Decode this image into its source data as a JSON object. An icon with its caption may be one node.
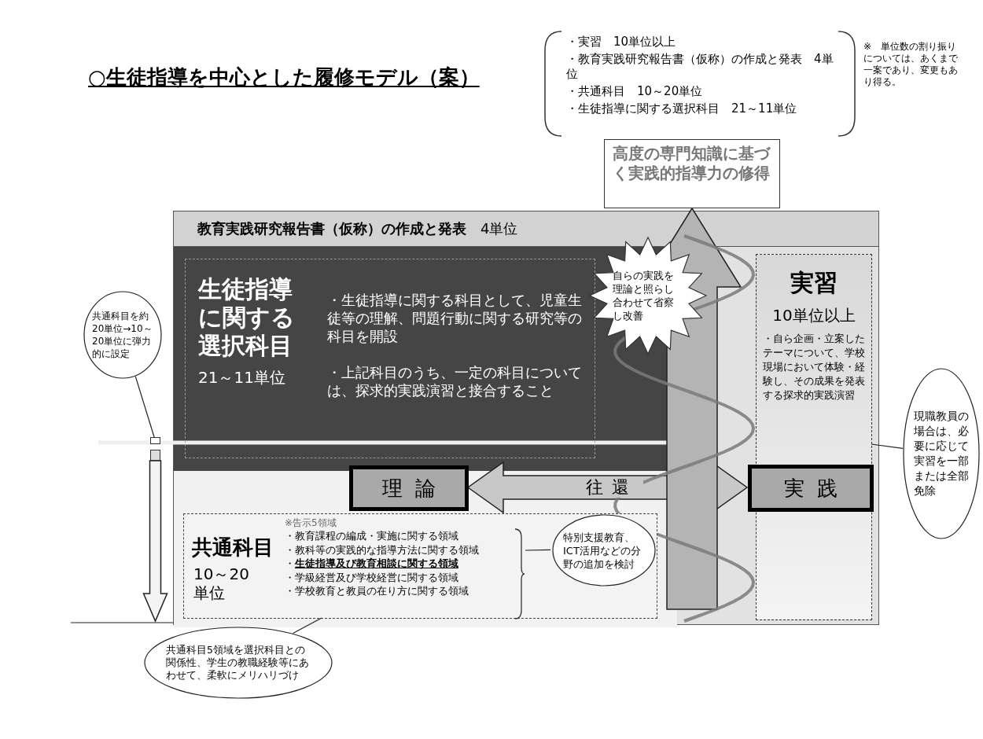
{
  "diagram": {
    "title": "○生徒指導を中心とした履修モデル（案）",
    "nodes": [
      {
        "text": [
          "**教育実践研究報告書（仮称）の作成と発表**　4単位"
        ]
      },
      {
        "text": [
          "生徒指導に関する選択科目",
          "21～11単位",
          "・生徒指導に関する科目として、児童生徒等の理解、問題行動に関する研究等の科目を開設",
          "・上記科目のうち、一定の科目については、探求的実践演習と接合すること"
        ],
        "in": 0
      },
      {
        "text": [
          "自らの実践を理論と照らし合わせて省察し改善"
        ],
        "in": 0
      },
      {
        "text": [
          "実習",
          "10単位以上",
          "・自ら企画・立案したテーマについて、学校現場において体験・経験し、その成果を発表する探求的実践演習"
        ],
        "in": 0
      },
      {
        "text": [
          "理論"
        ],
        "in": 0
      },
      {
        "text": [
          "実践"
        ],
        "in": 0
      },
      {
        "text": [
          "共通科目",
          "10～20単位",
          "※告示5領域",
          "・教育課程の編成・実施に関する領域",
          "・教科等の実践的な指導方法に関する領域",
          "・**生徒指導及び教育相談に関する領域**",
          "・学級経営及び学校経営に関する領域",
          "・学校教育と教員の在り方に関する領域"
        ],
        "in": 0
      },
      {
        "text": [
          "特別支援教育、ICT活用などの分野の追加を検討"
        ],
        "in": 6
      },
      {
        "text": [
          "高度の専門知識に基づく実践的指導力の修得"
        ]
      },
      {
        "text": [
          "・実習　10単位以上",
          "・教育実践研究報告書（仮称）の作成と発表　4単位",
          "・共通科目　10～20単位",
          "・生徒指導に関する選択科目　21～11単位"
        ],
        "beside": [
          "※　単位数の割り振りについては、あくまで一案であり、変更もあり得る。"
        ]
      },
      {
        "text": [
          "共通科目を約20単位→10～20単位に弾力的に設定"
        ]
      },
      {
        "text": [
          "現職教員の場合は、必要に応じて実習を一部または全部免除"
        ]
      },
      {
        "text": [
          "共通科目5領域を選択科目との関係性、学生の教職経験等にあわせて、柔軟にメリハリづけ"
        ]
      },
      {
        "text": [],
        "shape": "box"
      },
      {
        "text": [],
        "shape": "box"
      }
    ],
    "edges": [
      {
        "from": 4,
        "to": 5,
        "arrow": "both",
        "label": "往還",
        "style": "thick"
      },
      {
        "from": null,
        "to": 8,
        "arrow": "to",
        "style": "thick"
      },
      {
        "from": 10,
        "to": 13,
        "arrow": "none"
      },
      {
        "from": 7,
        "to": null,
        "arrow": "none"
      },
      {
        "from": 11,
        "to": 3,
        "arrow": "none"
      },
      {
        "from": 12,
        "to": 6,
        "arrow": "none"
      },
      {
        "from": 14,
        "to": null,
        "arrow": "to",
        "style": "thick"
      }
    ]
  }
}
